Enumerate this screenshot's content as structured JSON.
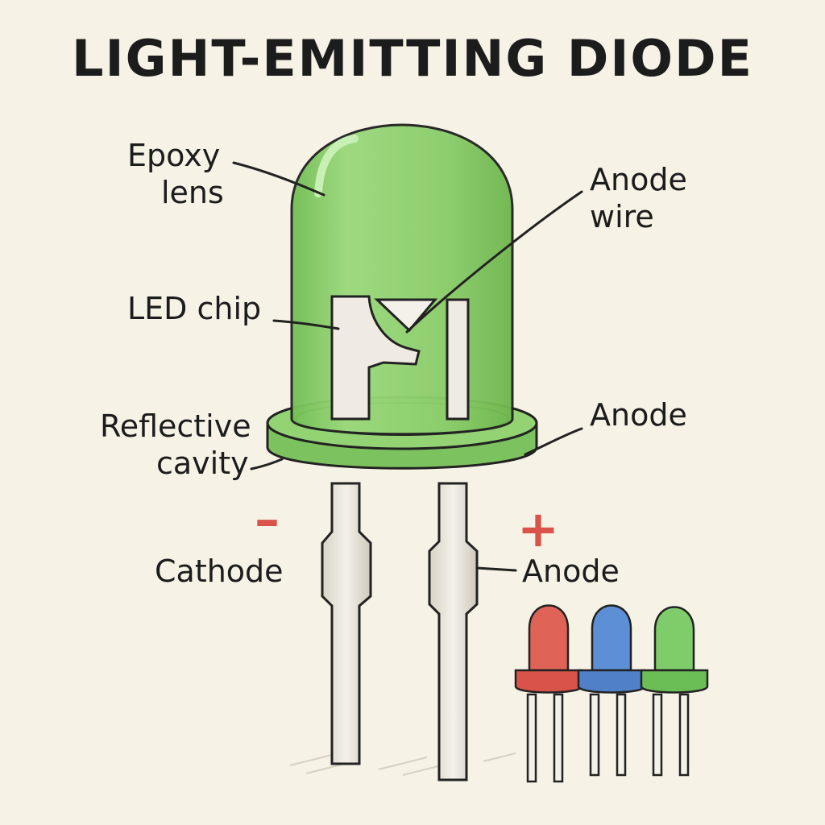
{
  "title": "LIGHT-EMITTING DIODE",
  "labels": {
    "epoxy_lens": [
      "Epoxy",
      "lens"
    ],
    "anode_wire": [
      "Anode",
      "wire"
    ],
    "led_chip": "LED chip",
    "reflective_cavity": [
      "Reflective",
      "cavity"
    ],
    "anode_rim": "Anode",
    "cathode": "Cathode",
    "anode_lead": "Anode"
  },
  "polarity": {
    "minus": "–",
    "plus": "+"
  },
  "colors": {
    "background": "#f6f2e6",
    "lens_green": "#8fd170",
    "minus_red": "#d9534a",
    "plus_red": "#d9534a",
    "mini_red": "#e06358",
    "mini_blue": "#5d8fd6",
    "mini_green": "#7fcc6a",
    "ink": "#1c1c1c"
  },
  "mini_leds": [
    "red",
    "blue",
    "green"
  ]
}
